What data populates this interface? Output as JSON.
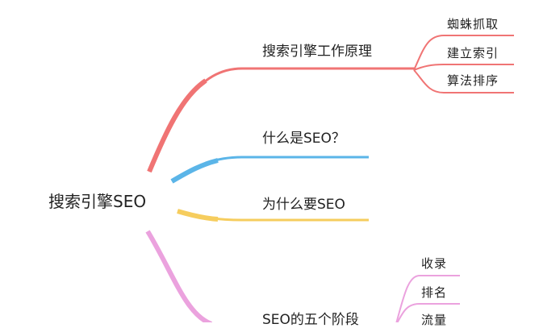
{
  "root": {
    "label": "搜索引擎SEO"
  },
  "colors": {
    "red": "#f07474",
    "blue": "#5bb5e8",
    "yellow": "#f6cd5e",
    "pink": "#eba2de"
  },
  "branches": [
    {
      "label": "搜索引擎工作原理",
      "color": "red",
      "children": [
        "蜘蛛抓取",
        "建立索引",
        "算法排序"
      ]
    },
    {
      "label": "什么是SEO？",
      "color": "blue",
      "children": []
    },
    {
      "label": "为什么要SEO",
      "color": "yellow",
      "children": []
    },
    {
      "label": "SEO的五个阶段",
      "color": "pink",
      "children": [
        "收录",
        "排名",
        "流量"
      ]
    }
  ]
}
